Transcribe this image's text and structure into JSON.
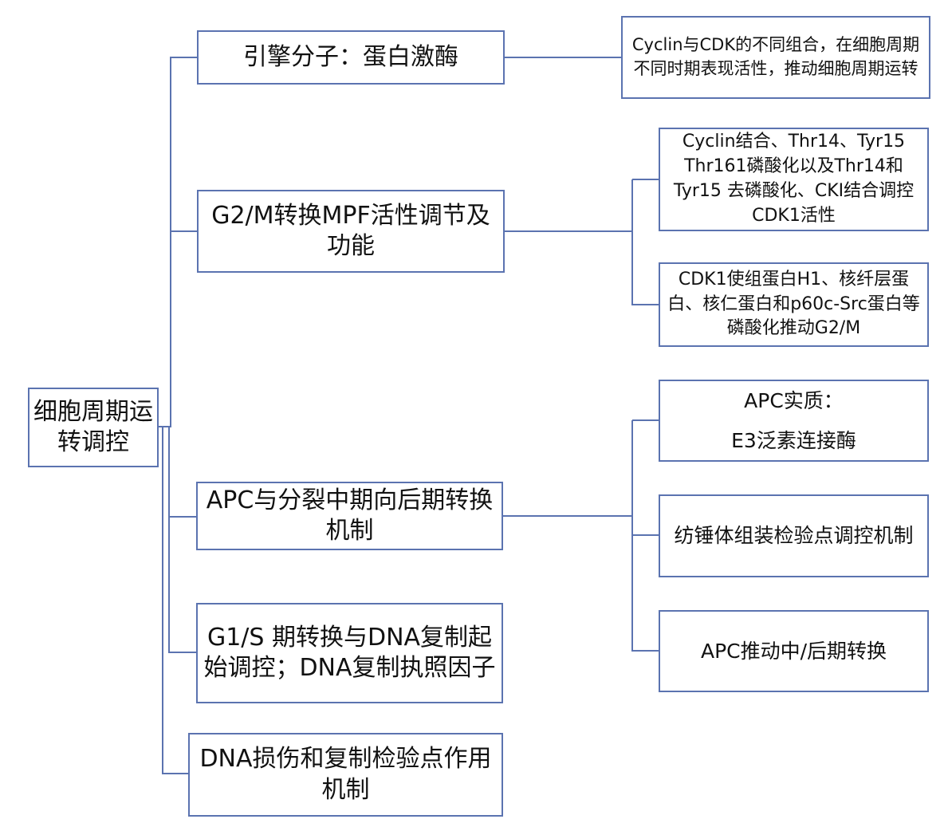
{
  "diagram": {
    "type": "mind-map",
    "root": {
      "label": "细胞周期运转调控"
    },
    "branches": [
      {
        "label": "引擎分子：蛋白激酶",
        "children": [
          {
            "label": "Cyclin与CDK的不同组合，在细胞周期不同时期表现活性，推动细胞周期运转"
          }
        ]
      },
      {
        "label": "G2/M转换MPF活性调节及功能",
        "children": [
          {
            "label": "Cyclin结合、Thr14、Tyr15 Thr161磷酸化以及Thr14和Tyr15 去磷酸化、CKI结合调控CDK1活性"
          },
          {
            "label": "CDK1使组蛋白H1、核纤层蛋白、核仁蛋白和p60c-Src蛋白等磷酸化推动G2/M"
          }
        ]
      },
      {
        "label": "APC与分裂中期向后期转换机制",
        "children": [
          {
            "label": "APC实质：\nE3泛素连接酶"
          },
          {
            "label": "纺锤体组装检验点调控机制"
          },
          {
            "label": "APC推动中/后期转换"
          }
        ]
      },
      {
        "label": "G1/S 期转换与DNA复制起始调控；DNA复制执照因子",
        "children": []
      },
      {
        "label": "DNA损伤和复制检验点作用机制",
        "children": []
      }
    ]
  },
  "colors": {
    "border": "#5b73b0",
    "text": "#111111",
    "background": "#ffffff"
  }
}
